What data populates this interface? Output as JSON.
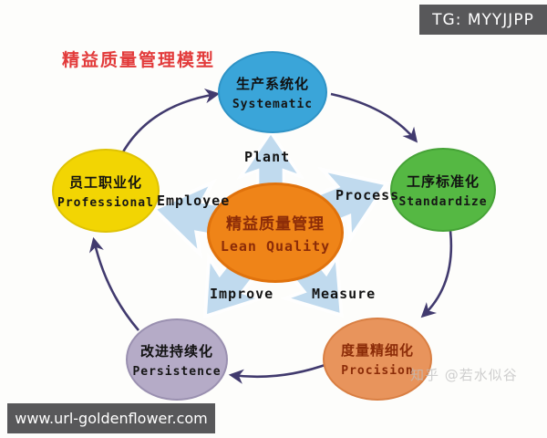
{
  "diagram": {
    "title": "精益质量管理模型",
    "center": {
      "zh": "精益质量管理",
      "en": "Lean Quality"
    },
    "nodes": [
      {
        "id": "systematic",
        "zh": "生产系统化",
        "en": "Systematic",
        "spoke_label": "Plant"
      },
      {
        "id": "standardize",
        "zh": "工序标准化",
        "en": "Standardize",
        "spoke_label": "Process"
      },
      {
        "id": "precision",
        "zh": "度量精细化",
        "en": "Procision",
        "spoke_label": "Measure"
      },
      {
        "id": "persistence",
        "zh": "改进持续化",
        "en": "Persistence",
        "spoke_label": "Improve"
      },
      {
        "id": "professional",
        "zh": "员工职业化",
        "en": "Professional",
        "spoke_label": "Employee"
      }
    ],
    "colors": {
      "title_red": "#e23a3a",
      "center_orange": "#ef8418",
      "node_blue": "#3aa5d9",
      "node_green": "#55b843",
      "node_salmon": "#e8945c",
      "node_lavender": "#b5abc7",
      "node_yellow": "#f2d503",
      "cycle_arrow": "#413a6e",
      "spoke_fill": "#bdd9ee",
      "circle_text_dark_red": "#8c2c08"
    }
  },
  "overlays": {
    "tg_badge": "TG: MYYJJPP",
    "url_bar": "www.url-goldenflower.com",
    "watermark": "知乎 @若水似谷"
  }
}
